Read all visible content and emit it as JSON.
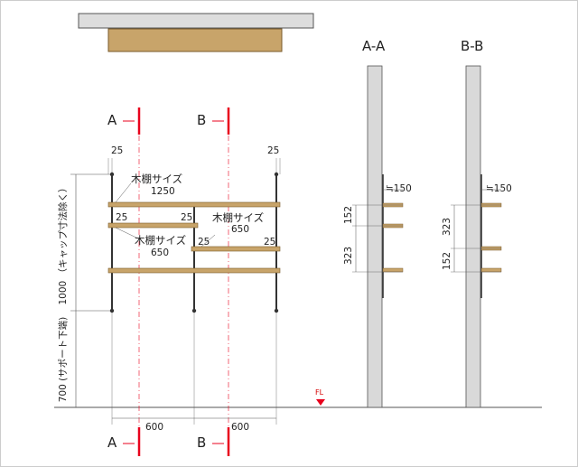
{
  "sections": {
    "a_top": "A",
    "b_top": "B",
    "a_bottom": "A",
    "b_bottom": "B",
    "view_aa": "A-A",
    "view_bb": "B-B"
  },
  "front": {
    "top_left_25": "25",
    "top_right_25": "25",
    "shelf1_name": "木棚サイズ",
    "shelf1_size": "1250",
    "mid_left_25": "25",
    "mid_right_25": "25",
    "shelf2_name": "木棚サイズ",
    "shelf2_size": "650",
    "shelf3_name": "木棚サイズ",
    "shelf3_size": "650",
    "low_left_25": "25",
    "low_right_25": "25",
    "width_left": "600",
    "width_right": "600",
    "height_cap": "1000 （キャップ寸法除く）",
    "height_support": "700 (サポート下端)"
  },
  "aa": {
    "depth": "≒150",
    "d1": "152",
    "d2": "323"
  },
  "bb": {
    "depth": "≒150",
    "d1": "323",
    "d2": "152"
  },
  "floor_label": "FL",
  "colors": {
    "wood": "#c8a46a",
    "wall": "#d9d9d9",
    "section_line": "#e8001c",
    "line": "#333333"
  }
}
